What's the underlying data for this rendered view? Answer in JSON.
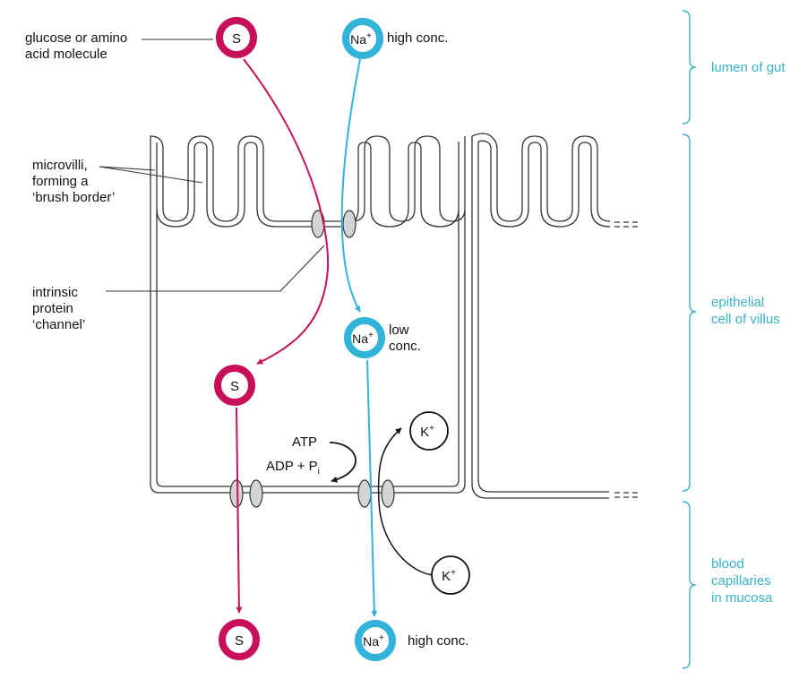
{
  "colors": {
    "sugar": "#c8105a",
    "sodium": "#33b3d8",
    "potassium": "#111111",
    "membrane": "#333333",
    "protein_fill": "#d4d4d4",
    "region_bracket": "#3ab0cc"
  },
  "labels": {
    "glucose_line1": "glucose or amino",
    "glucose_line2": "acid molecule",
    "microvilli_line1": "microvilli,",
    "microvilli_line2": "forming a",
    "microvilli_line3": "‘brush border’",
    "protein_line1": "intrinsic",
    "protein_line2": "protein",
    "protein_line3": "‘channel’",
    "na_top_conc": "high conc.",
    "na_mid_conc_line1": "low",
    "na_mid_conc_line2": "conc.",
    "na_bottom_conc": "high conc.",
    "atp": "ATP",
    "adp_pi": "ADP + P",
    "pi_subscript": "i"
  },
  "molecules": {
    "sugar_symbol": "S",
    "sodium_symbol": "Na",
    "sodium_charge": "+",
    "potassium_symbol": "K",
    "potassium_charge": "+"
  },
  "regions": {
    "lumen_line1": "lumen of gut",
    "epithelial_line1": "epithelial",
    "epithelial_line2": "cell of villus",
    "blood_line1": "blood",
    "blood_line2": "capillaries",
    "blood_line3": "in mucosa"
  }
}
